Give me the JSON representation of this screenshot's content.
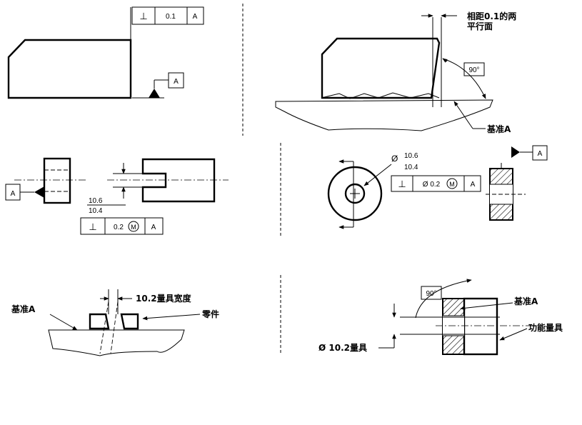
{
  "labels": {
    "parallel_planes": [
      "相距0.1的两",
      "平行面"
    ],
    "datum_a": "基准A",
    "angle_90": "90°",
    "gauge_width": "10.2量具宽度",
    "part": "零件",
    "functional_gauge": "功能量具",
    "dia_gauge": "Ø 10.2量具"
  },
  "frames": {
    "f1": {
      "symbol": "⊥",
      "tolerance": "0.1",
      "datum": "A"
    },
    "f2": {
      "symbol": "⊥",
      "tolerance": "0.2",
      "modifier": "M",
      "datum": "A"
    },
    "f3": {
      "symbol": "⊥",
      "tolerance": "Ø 0.2",
      "modifier": "M",
      "datum": "A"
    }
  },
  "datums": {
    "d1": "A",
    "d2": "A",
    "d3": "A"
  },
  "dims": {
    "slot_max": "10.6",
    "slot_min": "10.4",
    "hole_dia": "Ø",
    "hole_max": "10.6",
    "hole_min": "10.4"
  }
}
